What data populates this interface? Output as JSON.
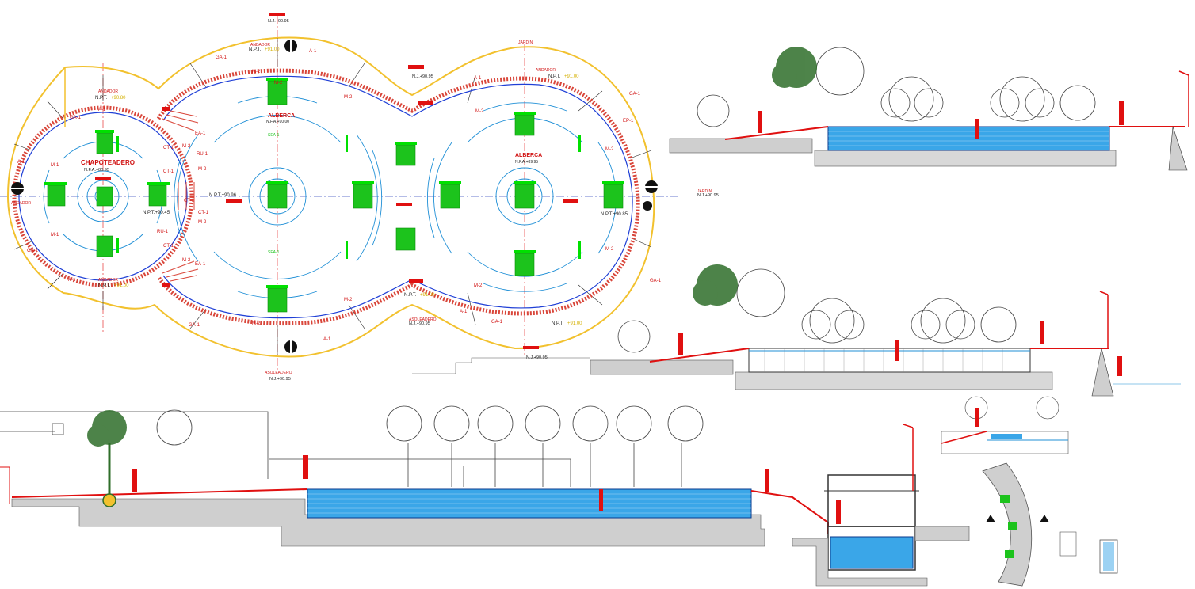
{
  "colors": {
    "background": "#ffffff",
    "outline": "#f2c12e",
    "wall": "#d9463a",
    "water_line": "#1f8fd6",
    "pool_fill": "#3aa6e8",
    "pool_deep": "#0b3a8c",
    "jet": "#1cc31c",
    "jet_bar": "#00e000",
    "red": "#e01010",
    "green_tree": "#2f6e2a",
    "text_red": "#d01010",
    "text_yellow": "#d4b000",
    "text_dark": "#222222",
    "axis": "#3a4fc0"
  },
  "plan": {
    "pool_names": {
      "kids": "CHAPOTEADERO",
      "main": "ALBERCA",
      "right": "ALBERCA"
    },
    "pool_levels": {
      "kids": "N.F.A.+80.95",
      "main": "N.F.A.+90.00",
      "right": "N.F.A.+89.95"
    },
    "npt_texts": [
      "N.P.T.",
      "N.P.T.",
      "N.P.T.",
      "N.P.T.",
      "N.P.T.",
      "N.P.T."
    ],
    "npt_values": [
      "+91.00",
      "+91.00",
      "+91.00",
      "+90.80",
      "+91.00",
      "+91.00"
    ],
    "side_levels": [
      "N.P.T.+90.96",
      "N.P.T.+90.85",
      "N.P.T.+90.45"
    ],
    "nj_levels": [
      "N.J.+90.95",
      "N.J.+90.95",
      "N.J.+90.95",
      "N.J.+90.95",
      "N.J.+90.95",
      "N.J.+90.95"
    ],
    "area_labels": [
      "ANDADOR",
      "ANDADOR",
      "JARDIN",
      "JARDIN",
      "ANDADOR",
      "ASOLEADERO",
      "ASOLEADERO",
      "ANDADOR",
      "ANDADOR"
    ],
    "code_ga": "GA-1",
    "code_a": "A-1",
    "code_m": "M-1",
    "code_m2": "M-2",
    "code_ea": "EA-1",
    "code_ct": "CT-1",
    "code_ru": "RU-1",
    "code_ep": "EP-1",
    "sea_labels": [
      "SEA-1",
      "SEA-1"
    ]
  }
}
